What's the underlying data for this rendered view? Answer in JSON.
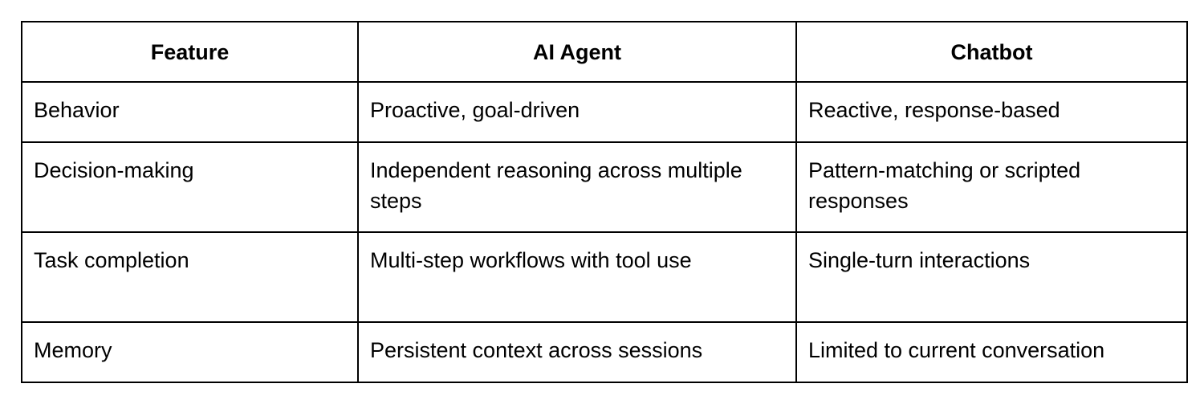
{
  "table": {
    "headers": [
      "Feature",
      "AI Agent",
      "Chatbot"
    ],
    "rows": [
      [
        "Behavior",
        "Proactive, goal-driven",
        "Reactive, response-based"
      ],
      [
        "Decision-making",
        "Independent reasoning across multiple steps",
        "Pattern-matching or scripted responses"
      ],
      [
        "Task completion",
        "Multi-step workflows with tool use",
        "Single-turn interactions"
      ],
      [
        "Memory",
        "Persistent context across sessions",
        "Limited to current conversation"
      ]
    ]
  }
}
